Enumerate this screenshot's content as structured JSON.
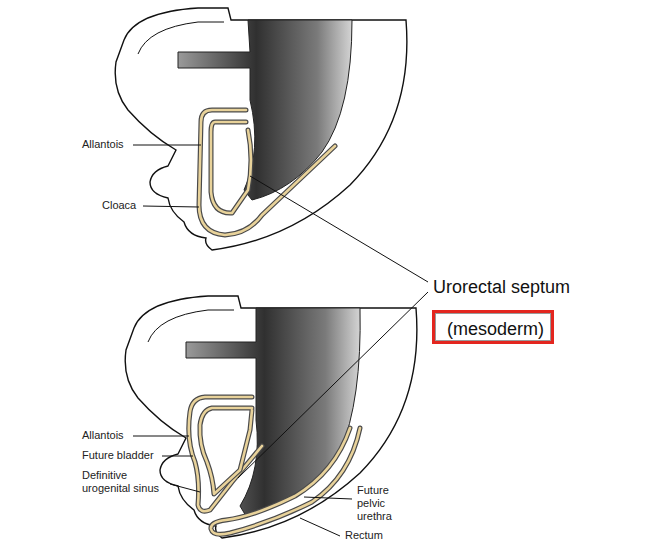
{
  "diagram": {
    "nodes": [
      {
        "text": [
          "(mesoderm)"
        ]
      }
    ],
    "labels": [
      "Allantois",
      "Cloaca",
      "Urorectal septum",
      "Allantois",
      "Future bladder",
      "Definitive urogenital sinus",
      "Future pelvic urethra",
      "Rectum"
    ]
  }
}
